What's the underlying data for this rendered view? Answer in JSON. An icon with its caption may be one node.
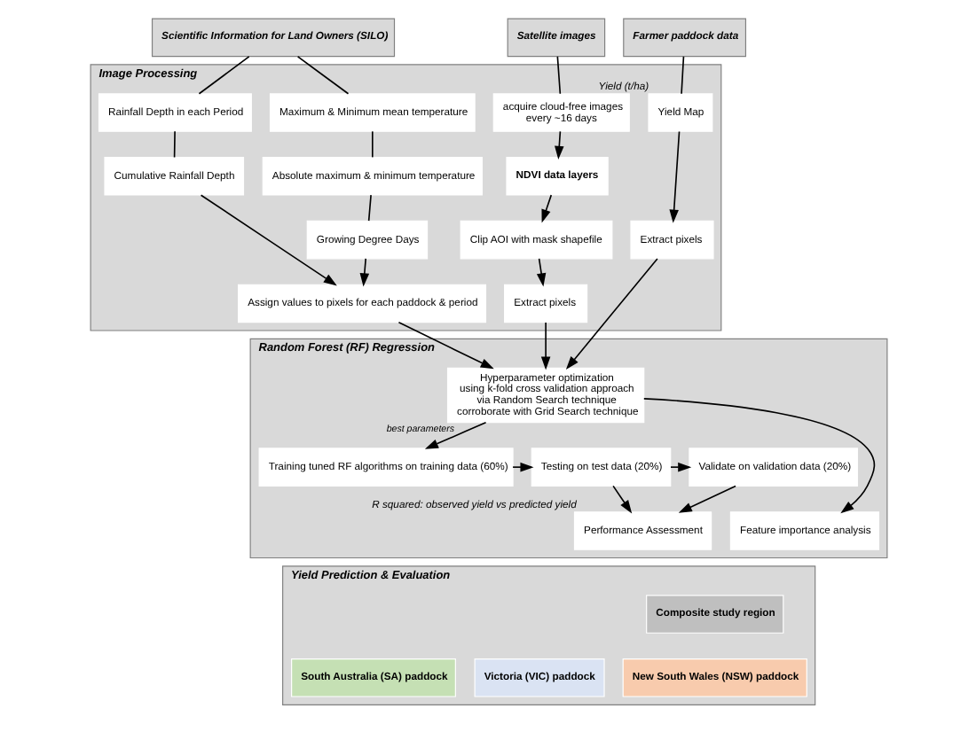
{
  "diagram": {
    "nodes": [
      {
        "text": [
          "Satellite images"
        ]
      },
      {
        "text": [
          "Farmer paddock data"
        ]
      },
      {
        "text": [
          "Scientific Information for Land Owners (SILO)"
        ]
      },
      {
        "text": [
          "Image Processing"
        ]
      },
      {
        "text": [
          "acquire cloud-free images",
          "every ~16 days"
        ],
        "in": 3
      },
      {
        "text": [
          "NDVI data layers"
        ],
        "in": 3
      },
      {
        "text": [
          "Clip AOI with mask shapefile"
        ],
        "in": 3
      },
      {
        "text": [
          "Extract pixels"
        ],
        "in": 3
      },
      {
        "text": [
          "Yield Map"
        ],
        "in": 3,
        "beside": [
          "Yield (t/ha)"
        ]
      },
      {
        "text": [
          "Extract pixels"
        ],
        "in": 3
      },
      {
        "text": [
          "Maximum & Minimum mean temperature"
        ],
        "in": 3
      },
      {
        "text": [
          "Absolute maximum & minimum temperature"
        ],
        "in": 3
      },
      {
        "text": [
          "Growing Degree Days"
        ],
        "in": 3
      },
      {
        "text": [
          "Rainfall Depth in each Period"
        ],
        "in": 3
      },
      {
        "text": [
          "Cumulative Rainfall Depth"
        ],
        "in": 3
      },
      {
        "text": [
          "Assign values to pixels for each paddock & period"
        ],
        "in": 3
      },
      {
        "text": [
          "Random Forest (RF) Regression"
        ]
      },
      {
        "text": [
          "Hyperparameter optimization",
          "using k-fold cross validation approach",
          "via Random Search technique",
          "corroborate with Grid Search technique"
        ],
        "in": 16
      },
      {
        "text": [
          "Training tuned RF algorithms on training data (60%)"
        ],
        "in": 16
      },
      {
        "text": [
          "Testing on test data (20%)"
        ],
        "in": 16
      },
      {
        "text": [
          "Validate on validation data (20%)"
        ],
        "in": 16
      },
      {
        "text": [
          "Feature importance analysis"
        ],
        "in": 16
      },
      {
        "text": [
          "Performance Assessment"
        ],
        "in": 16,
        "beside": [
          "R squared: observed yield vs predicted yield"
        ]
      },
      {
        "text": [
          "Yield Prediction & Evaluation"
        ]
      },
      {
        "text": [
          "Composite study region"
        ],
        "in": 23
      },
      {
        "text": [
          "Victoria (VIC) paddock"
        ],
        "in": 23
      },
      {
        "text": [
          "New South Wales (NSW) paddock"
        ],
        "in": 23
      },
      {
        "text": [
          "South Australia (SA) paddock"
        ],
        "in": 23
      }
    ],
    "edges": [
      {
        "from": 0,
        "to": 4,
        "arrow": "none"
      },
      {
        "from": 4,
        "to": 5,
        "arrow": "to"
      },
      {
        "from": 5,
        "to": 6,
        "arrow": "to"
      },
      {
        "from": 6,
        "to": 7,
        "arrow": "to"
      },
      {
        "from": 1,
        "to": 8,
        "arrow": "none"
      },
      {
        "from": 8,
        "to": 9,
        "arrow": "to"
      },
      {
        "from": 2,
        "to": 10,
        "arrow": "none"
      },
      {
        "from": 2,
        "to": 13,
        "arrow": "none"
      },
      {
        "from": 10,
        "to": 11,
        "arrow": "none"
      },
      {
        "from": 11,
        "to": 12,
        "arrow": "none"
      },
      {
        "from": 12,
        "to": 15,
        "arrow": "to"
      },
      {
        "from": 13,
        "to": 14,
        "arrow": "none"
      },
      {
        "from": 14,
        "to": 15,
        "arrow": "to"
      },
      {
        "from": 7,
        "to": 17,
        "arrow": "to"
      },
      {
        "from": 9,
        "to": 17,
        "arrow": "to"
      },
      {
        "from": 15,
        "to": 17,
        "arrow": "to"
      },
      {
        "from": 17,
        "to": 21,
        "arrow": "to"
      },
      {
        "from": 17,
        "to": 18,
        "arrow": "to",
        "label": "best parameters"
      },
      {
        "from": 18,
        "to": 19,
        "arrow": "to"
      },
      {
        "from": 19,
        "to": 20,
        "arrow": "to"
      },
      {
        "from": 19,
        "to": 22,
        "arrow": "to"
      },
      {
        "from": 20,
        "to": 22,
        "arrow": "to"
      }
    ]
  }
}
